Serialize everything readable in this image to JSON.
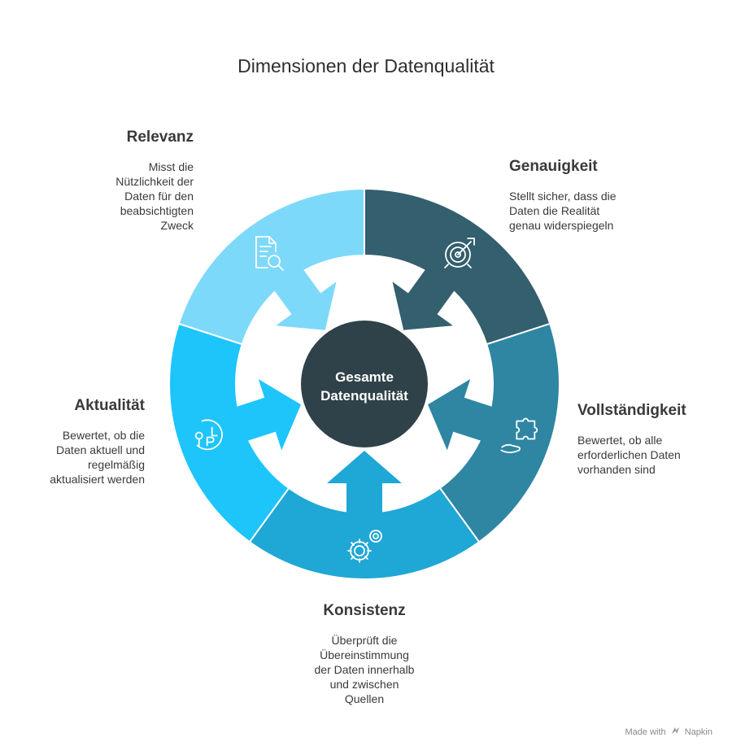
{
  "title": "Dimensionen der Datenqualität",
  "center": {
    "line1": "Gesamte",
    "line2": "Datenqualität",
    "color": "#2f4149"
  },
  "segments": [
    {
      "key": "genauigkeit",
      "title": "Genauigkeit",
      "desc": [
        "Stellt sicher, dass die",
        "Daten die Realität",
        "genau widerspiegeln"
      ],
      "color": "#335f6e",
      "icon": "target-icon"
    },
    {
      "key": "vollstaendigkeit",
      "title": "Vollständigkeit",
      "desc": [
        "Bewertet, ob alle",
        "erforderlichen Daten",
        "vorhanden sind"
      ],
      "color": "#2e86a3",
      "icon": "puzzle-hand-icon"
    },
    {
      "key": "konsistenz",
      "title": "Konsistenz",
      "desc": [
        "Überprüft die",
        "Übereinstimmung",
        "der Daten innerhalb",
        "und zwischen",
        "Quellen"
      ],
      "color": "#1fa7d6",
      "icon": "gears-icon"
    },
    {
      "key": "aktualitaet",
      "title": "Aktualität",
      "desc": [
        "Bewertet, ob die",
        "Daten aktuell und",
        "regelmäßig",
        "aktualisiert werden"
      ],
      "color": "#1dc5fb",
      "icon": "clock-pin-icon"
    },
    {
      "key": "relevanz",
      "title": "Relevanz",
      "desc": [
        "Misst die",
        "Nützlichkeit der",
        "Daten für den",
        "beabsichtigten",
        "Zweck"
      ],
      "color": "#7dd9fa",
      "icon": "document-search-icon"
    }
  ],
  "footer": {
    "made_with": "Made with",
    "brand": "Napkin"
  }
}
